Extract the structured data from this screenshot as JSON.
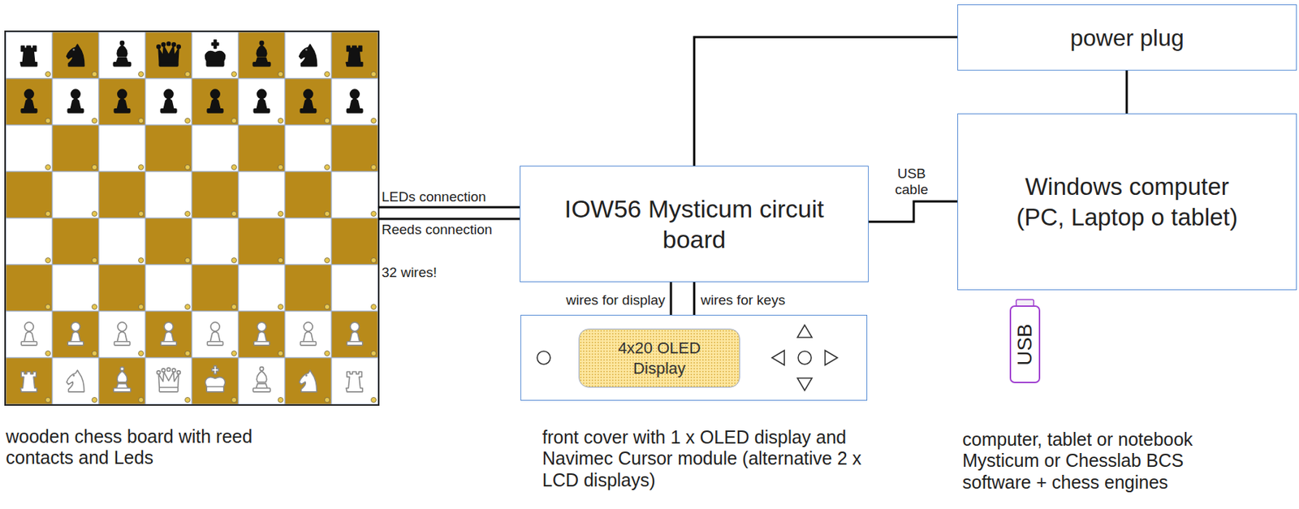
{
  "diagram": {
    "nodes": [
      {
        "text": [
          "wooden chess board with reed contacts and Leds"
        ]
      },
      {
        "text": [
          "IOW56 Mysticum circuit board"
        ]
      },
      {
        "text": [
          "front cover with 1 x OLED display and Navimec Cursor module (alternative 2 x LCD displays)"
        ]
      },
      {
        "text": [
          "4x20 OLED Display"
        ],
        "in": 2
      },
      {
        "text": [
          "power plug"
        ]
      },
      {
        "text": [
          "Windows computer (PC, Laptop o tablet)",
          "computer, tablet or notebook Mysticum or Chesslab BCS software + chess engines"
        ]
      },
      {
        "text": [
          "USB"
        ]
      }
    ],
    "edges": [
      {
        "from": 0,
        "to": 1,
        "arrow": "none",
        "label": "LEDs connection"
      },
      {
        "from": 0,
        "to": 1,
        "arrow": "none",
        "label": "Reeds connection"
      },
      {
        "from": 1,
        "to": 2,
        "arrow": "none",
        "label": "wires for display"
      },
      {
        "from": 1,
        "to": 2,
        "arrow": "none",
        "label": "wires for keys"
      },
      {
        "from": 1,
        "to": 4,
        "arrow": "none"
      },
      {
        "from": 4,
        "to": 5,
        "arrow": "none"
      },
      {
        "from": 1,
        "to": 5,
        "arrow": "none",
        "label": "USB cable"
      }
    ],
    "labels": [
      "32 wires!"
    ]
  }
}
